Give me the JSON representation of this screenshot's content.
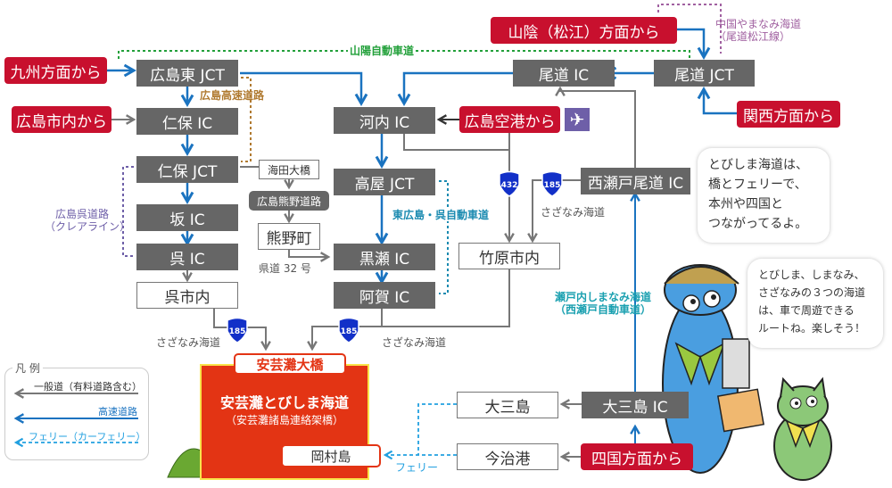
{
  "colors": {
    "origin_red": "#c8102e",
    "ic_gray": "#666666",
    "expressway_blue": "#1a73c0",
    "general_road_gray": "#888888",
    "ferry_blue": "#22a0e0",
    "sanyo_green": "#22a03a",
    "hiroshima_expressway_brown": "#b07a30",
    "kure_road_purple": "#6e5fa8",
    "chugoku_purple": "#a060a0",
    "tobishima_red": "#e33414"
  },
  "origins": {
    "kyushu": "九州方面から",
    "hiroshima_city": "広島市内から",
    "airport": "広島空港から",
    "sanin": "山陰（松江）方面から",
    "kansai": "関西方面から",
    "shikoku": "四国方面から"
  },
  "interchanges": {
    "hiroshima_higashi_jct": "広島東 JCT",
    "niho_ic": "仁保 IC",
    "niho_jct": "仁保 JCT",
    "saka_ic": "坂 IC",
    "kure_ic": "呉 IC",
    "kouchi_ic": "河内 IC",
    "takaya_jct": "高屋 JCT",
    "kurose_ic": "黒瀬 IC",
    "aga_ic": "阿賀 IC",
    "onomichi_ic": "尾道 IC",
    "onomichi_jct": "尾道 JCT",
    "nishiseto_onomichi_ic": "西瀬戸尾道 IC",
    "omishima_ic": "大三島 IC"
  },
  "places": {
    "kure_city": "呉市内",
    "takehara_city": "竹原市内",
    "kumano_town": "熊野町",
    "kaita_bridge": "海田大橋",
    "omishima": "大三島",
    "imabari_port": "今治港",
    "okamurajima": "岡村島"
  },
  "road_labels": {
    "sanyo_expressway": "山陽自動車道",
    "hiroshima_expressway": "広島高速道路",
    "kure_road": "広島呉道路",
    "kure_road_sub": "（クレアライン）",
    "higashihiroshima_kure": "東広島・呉自動車道",
    "chugoku_yamanami": "中国やまなみ海道",
    "chugoku_yamanami_sub": "（尾道松江線）",
    "shimanami": "瀬戸内しまなみ海道",
    "shimanami_sub": "（西瀬戸自動車道）",
    "hiroshima_kumano_road": "広島熊野道路",
    "prefectural_road_32": "県道 32 号",
    "sazanami_left": "さざなみ海道",
    "sazanami_center": "さざなみ海道",
    "sazanami_right": "さざなみ海道",
    "ferry": "フェリー"
  },
  "shields": {
    "route_185_a": "185",
    "route_185_b": "185",
    "route_432": "432",
    "route_185_c": "185"
  },
  "destination": {
    "bridge": "安芸灘大橋",
    "title": "安芸灘とびしま海道",
    "subtitle": "（安芸灘諸島連絡架橋）"
  },
  "bubbles": {
    "upper": [
      "とびしま海道は、",
      "橋とフェリーで、",
      "本州や四国と",
      "つながってるよ。"
    ],
    "lower": [
      "とびしま、しまなみ、",
      "さざなみの３つの海道",
      "は、車で周遊できる",
      "ルートね。楽しそう！"
    ]
  },
  "legend": {
    "title": "凡 例",
    "general": "一般道（有料道路含む）",
    "expressway": "高速道路",
    "ferry": "フェリー（カーフェリー）"
  },
  "icons": {
    "airplane": "✈"
  }
}
